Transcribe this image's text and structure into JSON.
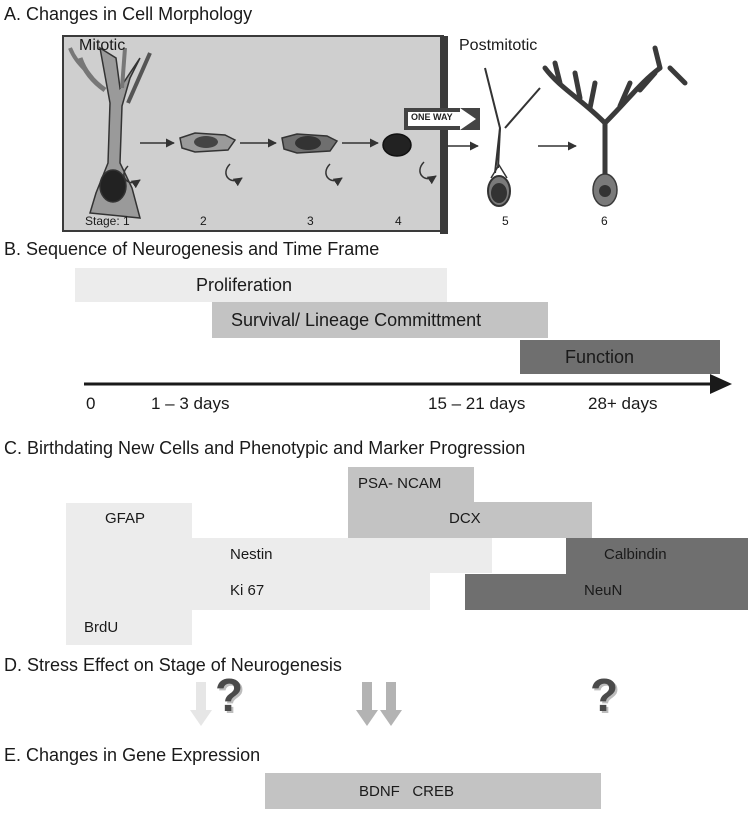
{
  "panel_a": {
    "heading": "A. Changes in Cell Morphology",
    "mitotic_label": "Mitotic",
    "postmitotic_label": "Postmitotic",
    "stage_labels": [
      "Stage: 1",
      "2",
      "3",
      "4",
      "5",
      "6"
    ],
    "one_way_label": "ONE WAY"
  },
  "panel_b": {
    "heading": "B.  Sequence of Neurogenesis and Time Frame",
    "bars": {
      "proliferation": "Proliferation",
      "survival": "Survival/ Lineage Committment",
      "function": "Function"
    },
    "timeline": [
      "0",
      "1 – 3 days",
      "15 – 21 days",
      "28+ days"
    ]
  },
  "panel_c": {
    "heading": "C.  Birthdating New Cells and Phenotypic and Marker Progression",
    "markers": {
      "gfap": "GFAP",
      "brdu": "BrdU",
      "nestin": "Nestin",
      "ki67": "Ki 67",
      "psa_ncam": "PSA- NCAM",
      "dcx": "DCX",
      "calbindin": "Calbindin",
      "neun": "NeuN"
    }
  },
  "panel_d": {
    "heading": "D.  Stress Effect on Stage of Neurogenesis",
    "question_mark": "?"
  },
  "panel_e": {
    "heading": "E.  Changes in Gene Expression",
    "genes": "BDNF   CREB"
  },
  "colors": {
    "bar_light": "#ececec",
    "bar_mid": "#c3c3c3",
    "bar_dark": "#6f6f6f",
    "arrow_down": "#b3b3b3",
    "panel_bg": "#cfcfcf",
    "timeline": "#1a1a1a"
  }
}
